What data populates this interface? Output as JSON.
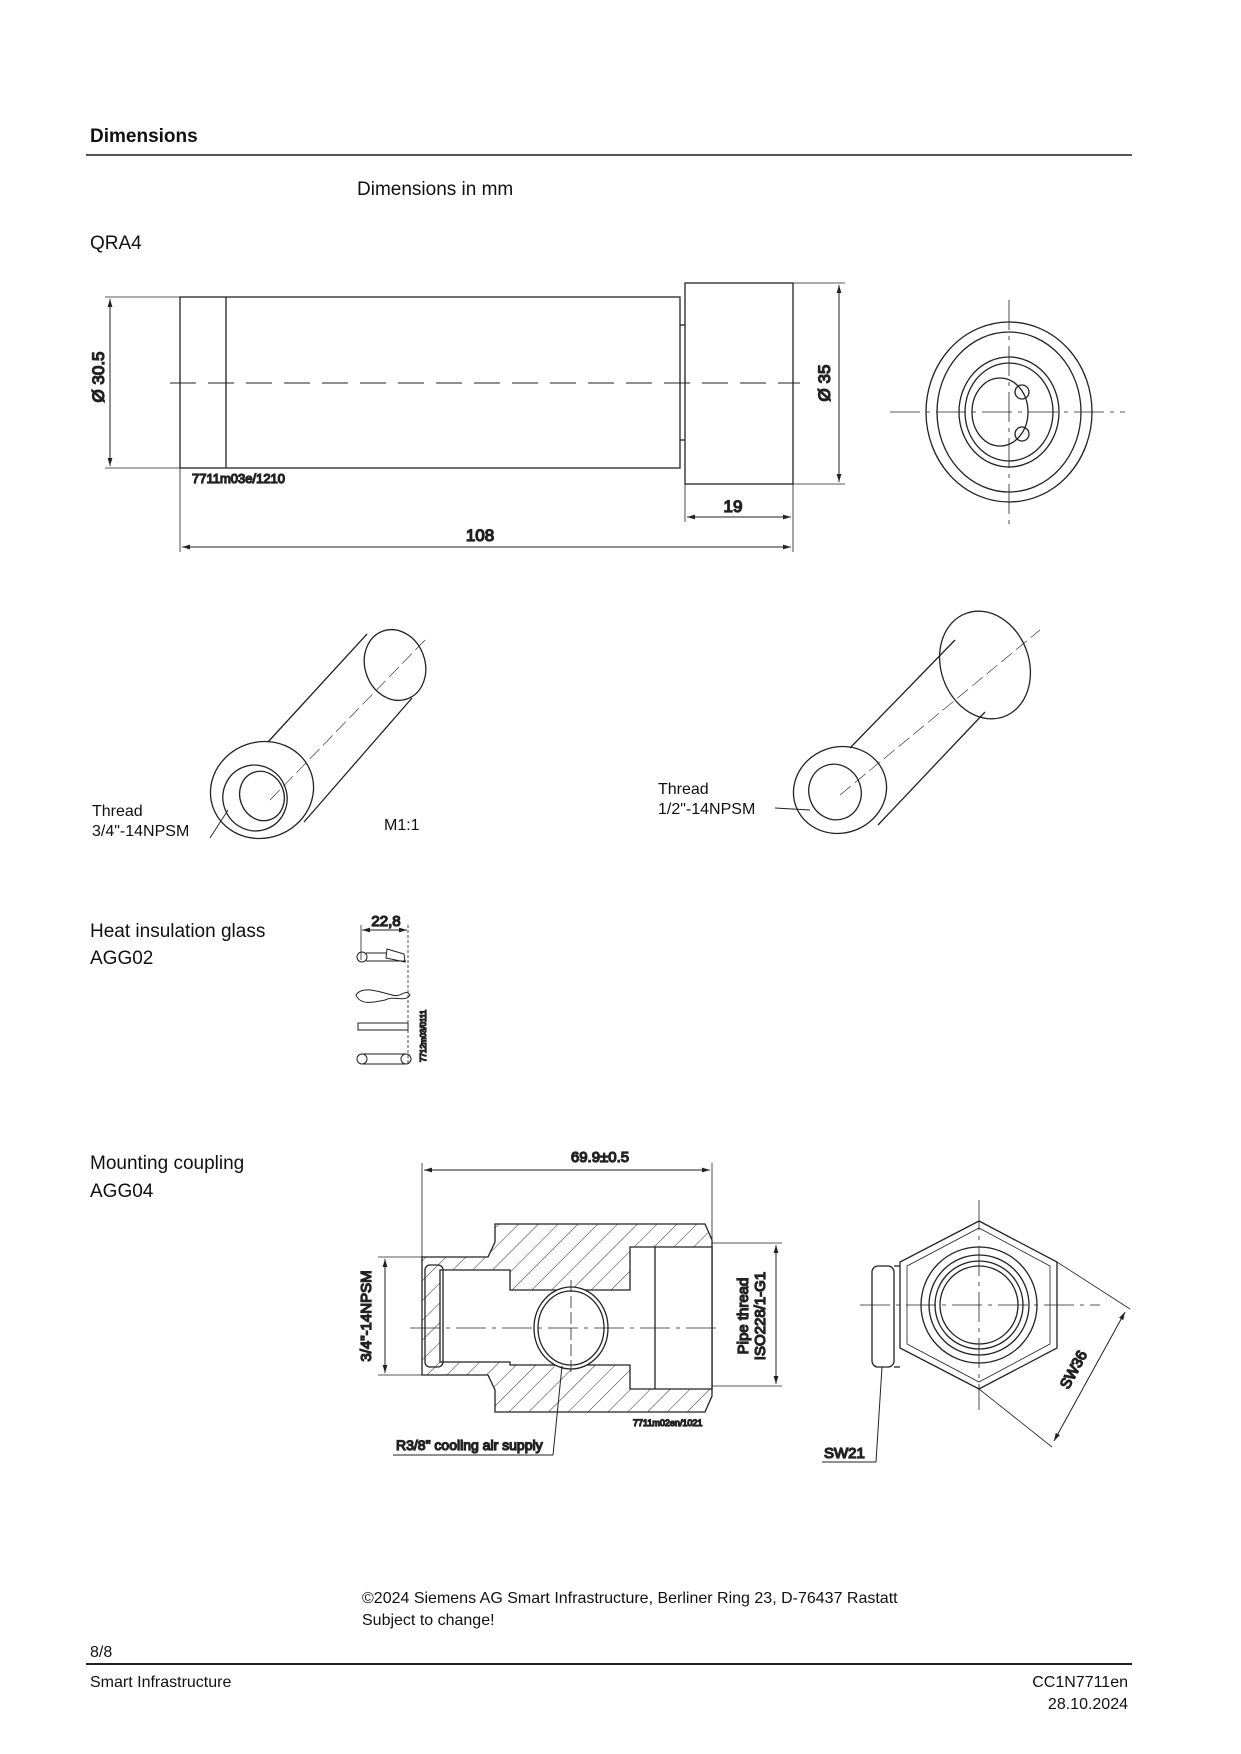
{
  "header": {
    "title": "Dimensions",
    "subtitle": "Dimensions in mm"
  },
  "qra4": {
    "label": "QRA4",
    "dim_diameter_body": "Ø 30.5",
    "dim_diameter_flange": "Ø 35",
    "dim_flange_length": "19",
    "dim_total_length": "108",
    "drawing_code": "7711m03e/1210",
    "thread_left_label": "Thread",
    "thread_left_value": "3/4\"-14NPSM",
    "scale": "M1:1",
    "thread_right_label": "Thread",
    "thread_right_value": "1/2\"-14NPSM"
  },
  "agg02": {
    "label": "Heat insulation glass",
    "code": "AGG02",
    "dim": "22,8",
    "drawing_code": "7712m03/0111"
  },
  "agg04": {
    "label": "Mounting coupling",
    "code": "AGG04",
    "dim_length": "69.9±0.5",
    "dim_left_thread": "3/4\"-14NPSM",
    "pipe_thread_1": "Pipe thread",
    "pipe_thread_2": "ISO228/1-G1",
    "drawing_code": "7711m02en/1021",
    "cooling_label": "R3/8\" cooling air supply",
    "sw21": "SW21",
    "sw36": "SW36"
  },
  "footer": {
    "copyright": "©2024 Siemens AG Smart Infrastructure, Berliner Ring 23, D-76437 Rastatt",
    "notice": "Subject to change!",
    "page": "8/8",
    "division": "Smart Infrastructure",
    "doc_id": "CC1N7711en",
    "date": "28.10.2024"
  }
}
